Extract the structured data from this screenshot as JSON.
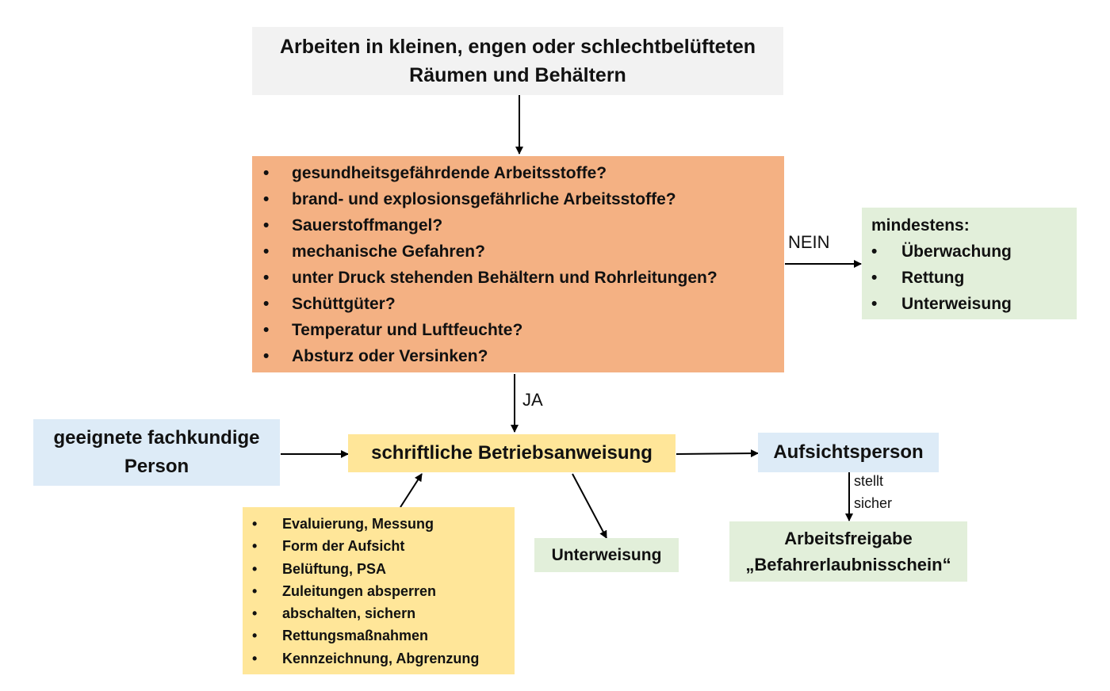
{
  "top_box": {
    "line1": "Arbeiten in kleinen, engen oder schlechtbelüfteten",
    "line2": "Räumen und Behältern",
    "color": "#f2f2f2"
  },
  "hazard_box": {
    "items": [
      "gesundheitsgefährdende Arbeitsstoffe?",
      "brand- und explosionsgefährliche Arbeitsstoffe?",
      "Sauerstoffmangel?",
      "mechanische Gefahren?",
      "unter Druck stehenden Behältern und Rohrleitungen?",
      "Schüttgüter?",
      "Temperatur und Luftfeuchte?",
      "Absturz oder Versinken?"
    ],
    "color": "#f4b183"
  },
  "edge_labels": {
    "nein": "NEIN",
    "ja": "JA",
    "stellt_sicher_1": "stellt",
    "stellt_sicher_2": "sicher"
  },
  "minimum_box": {
    "title": "mindestens:",
    "items": [
      "Überwachung",
      "Rettung",
      "Unterweisung"
    ],
    "color": "#e2efda"
  },
  "person_box": {
    "line1": "geeignete fachkundige",
    "line2": "Person",
    "color": "#ddebf7"
  },
  "instruction_box": {
    "label": "schriftliche Betriebsanweisung",
    "color": "#ffe699"
  },
  "supervisor_box": {
    "label": "Aufsichtsperson",
    "color": "#ddebf7"
  },
  "measures_box": {
    "items": [
      "Evaluierung, Messung",
      "Form der Aufsicht",
      "Belüftung, PSA",
      "Zuleitungen absperren",
      "abschalten, sichern",
      "Rettungsmaßnahmen",
      "Kennzeichnung, Abgrenzung"
    ],
    "color": "#ffe699"
  },
  "training_box": {
    "label": "Unterweisung",
    "color": "#e2efda"
  },
  "permit_box": {
    "line1": "Arbeitsfreigabe",
    "line2": "„Befahrerlaubnisschein“",
    "color": "#e2efda"
  }
}
